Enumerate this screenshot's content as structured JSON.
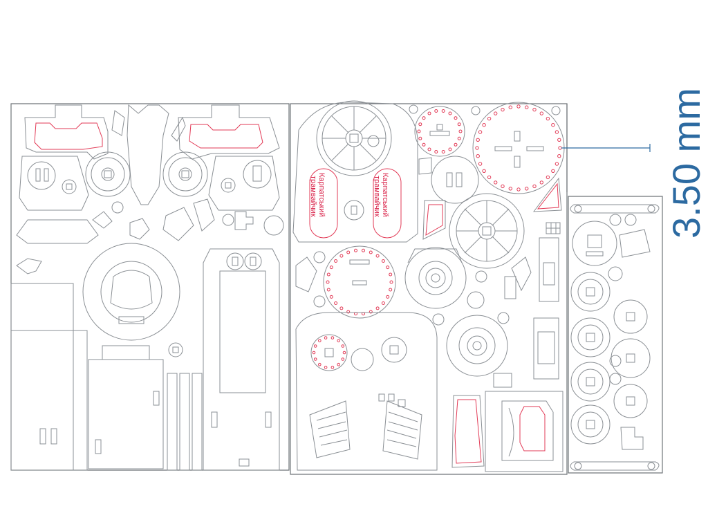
{
  "title": "",
  "dimension": {
    "label": "3.50 mm"
  },
  "engraved_text": {
    "line1": "Карпатський",
    "line2": "трамвайчик"
  },
  "colors": {
    "cut_line": "#8a8f94",
    "engrave_line": "#e23a56",
    "dimension": "#2c6aa1"
  }
}
